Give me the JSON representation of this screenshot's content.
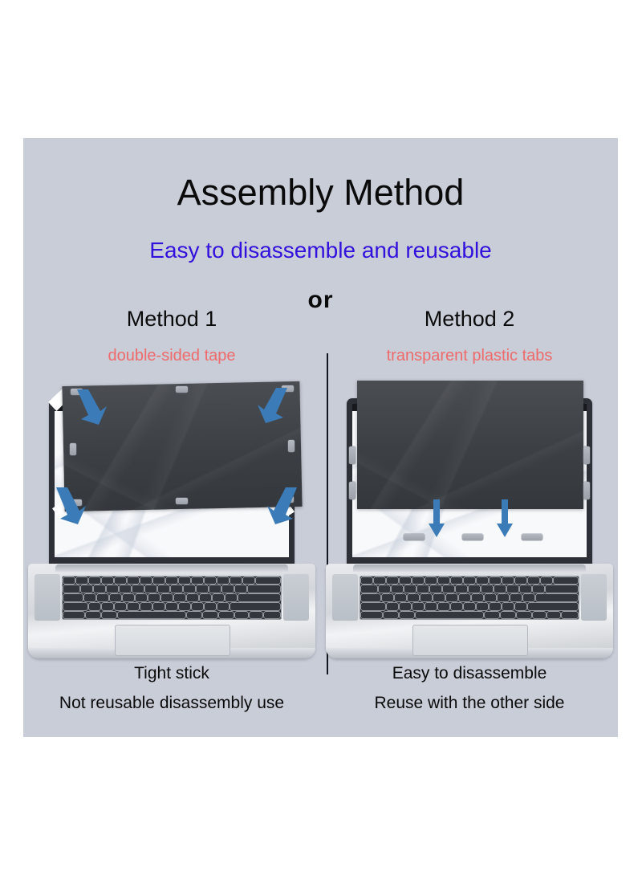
{
  "page": {
    "background_color": "#ffffff",
    "panel_color": "#c9cdd8"
  },
  "header": {
    "title": "Assembly Method",
    "subtitle": "Easy to disassemble and reusable",
    "subtitle_color": "#3311dd",
    "connector": "or"
  },
  "divider": {
    "color": "#13161c"
  },
  "methods": [
    {
      "label": "Method 1",
      "attachment": "double-sided tape",
      "attachment_color": "#ef6a6a",
      "captions": [
        "Tight stick",
        "Not reusable disassembly use"
      ],
      "arrow_color": "#3b7cb8",
      "arrow_count": 4,
      "arrow_direction": "diagonal-inward",
      "tab_count": 6,
      "tab_type": "adhesive-tape-square"
    },
    {
      "label": "Method 2",
      "attachment": "transparent plastic tabs",
      "attachment_color": "#ef6a6a",
      "captions": [
        "Easy to disassemble",
        "Reuse with the other side"
      ],
      "arrow_color": "#3b7cb8",
      "arrow_count": 2,
      "arrow_direction": "down",
      "tab_count": 7,
      "tab_type": "plastic-slot-tab"
    }
  ],
  "illustration": {
    "device": "laptop",
    "device_color": "#d3d6db",
    "screen_color": "#f8f9fb",
    "filter_color": "#3c4045",
    "filter_name": "privacy-screen-filter"
  }
}
